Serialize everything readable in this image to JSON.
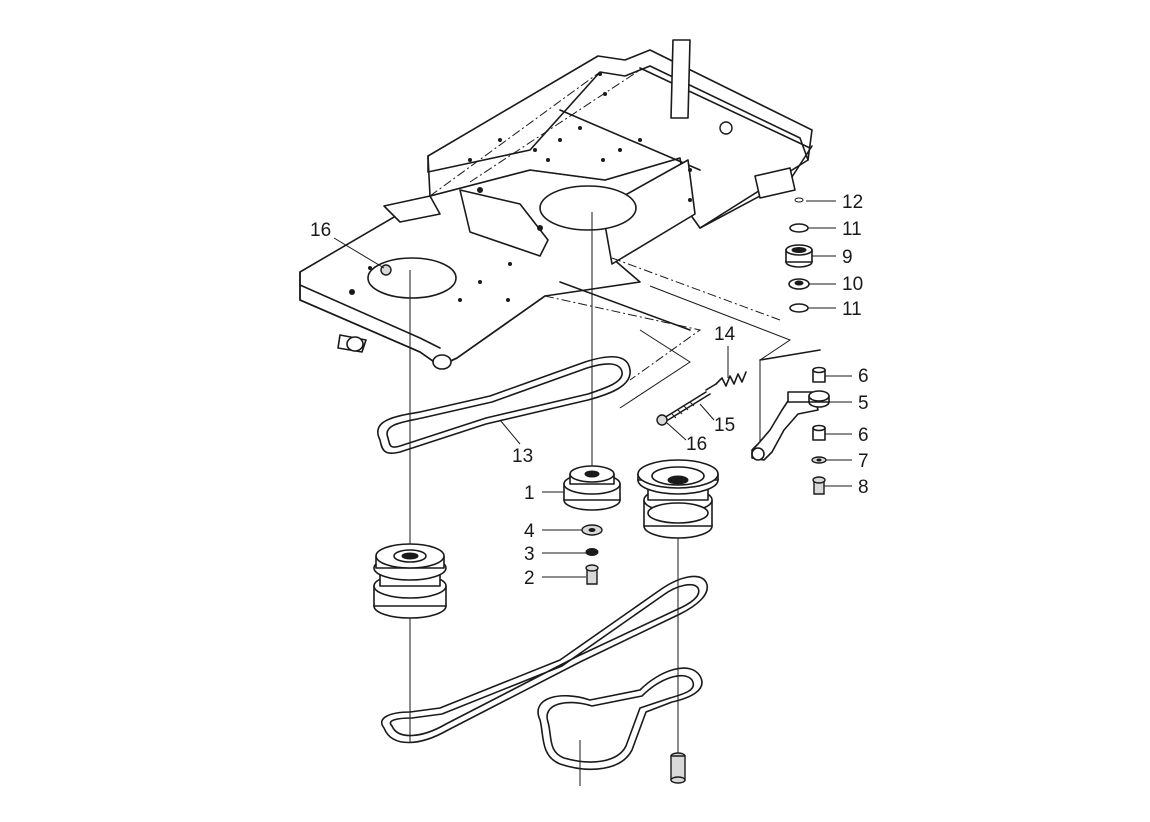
{
  "callouts": {
    "c1": "1",
    "c2": "2",
    "c3": "3",
    "c4": "4",
    "c5": "5",
    "c6a": "6",
    "c6b": "6",
    "c7": "7",
    "c8": "8",
    "c9": "9",
    "c10": "10",
    "c11a": "11",
    "c11b": "11",
    "c12": "12",
    "c13": "13",
    "c14": "14",
    "c15": "15",
    "c16a": "16",
    "c16b": "16"
  }
}
